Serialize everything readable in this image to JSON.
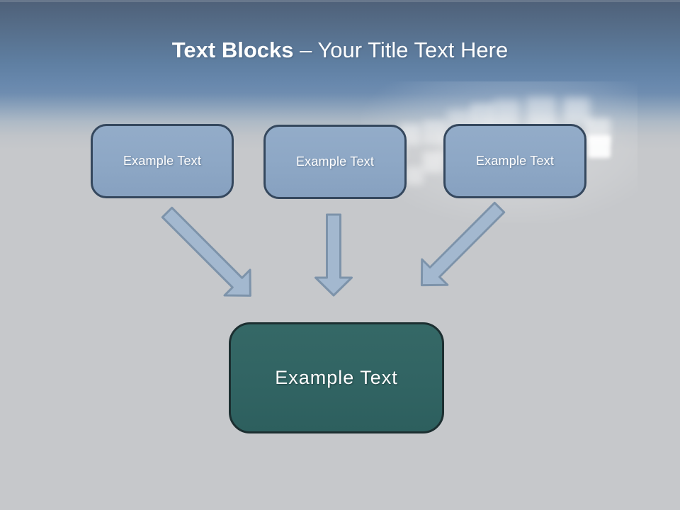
{
  "slide": {
    "title": {
      "emphasis": "Text Blocks",
      "text": "– Your Title Text Here"
    }
  },
  "diagram": {
    "source_blocks": [
      {
        "label": "Example Text"
      },
      {
        "label": "Example Text"
      },
      {
        "label": "Example Text"
      }
    ],
    "target_block": {
      "label": "Example Text"
    },
    "connectors": [
      "arrow-diagonal-down-right-icon",
      "arrow-down-icon",
      "arrow-diagonal-down-left-icon"
    ]
  },
  "colors": {
    "title_text": "#ffffff",
    "header_blue_top": "#4e6078",
    "header_blue": "#6888ad",
    "background_gray": "#c6c8cb",
    "block_fill": "#8da7c5",
    "block_border": "#35485e",
    "block_text": "#ffffff",
    "target_fill": "#316463",
    "target_border": "#1c2f31",
    "target_text": "#ffffff",
    "arrow_fill": "#a3b8cf",
    "arrow_stroke": "#7d93aa"
  }
}
